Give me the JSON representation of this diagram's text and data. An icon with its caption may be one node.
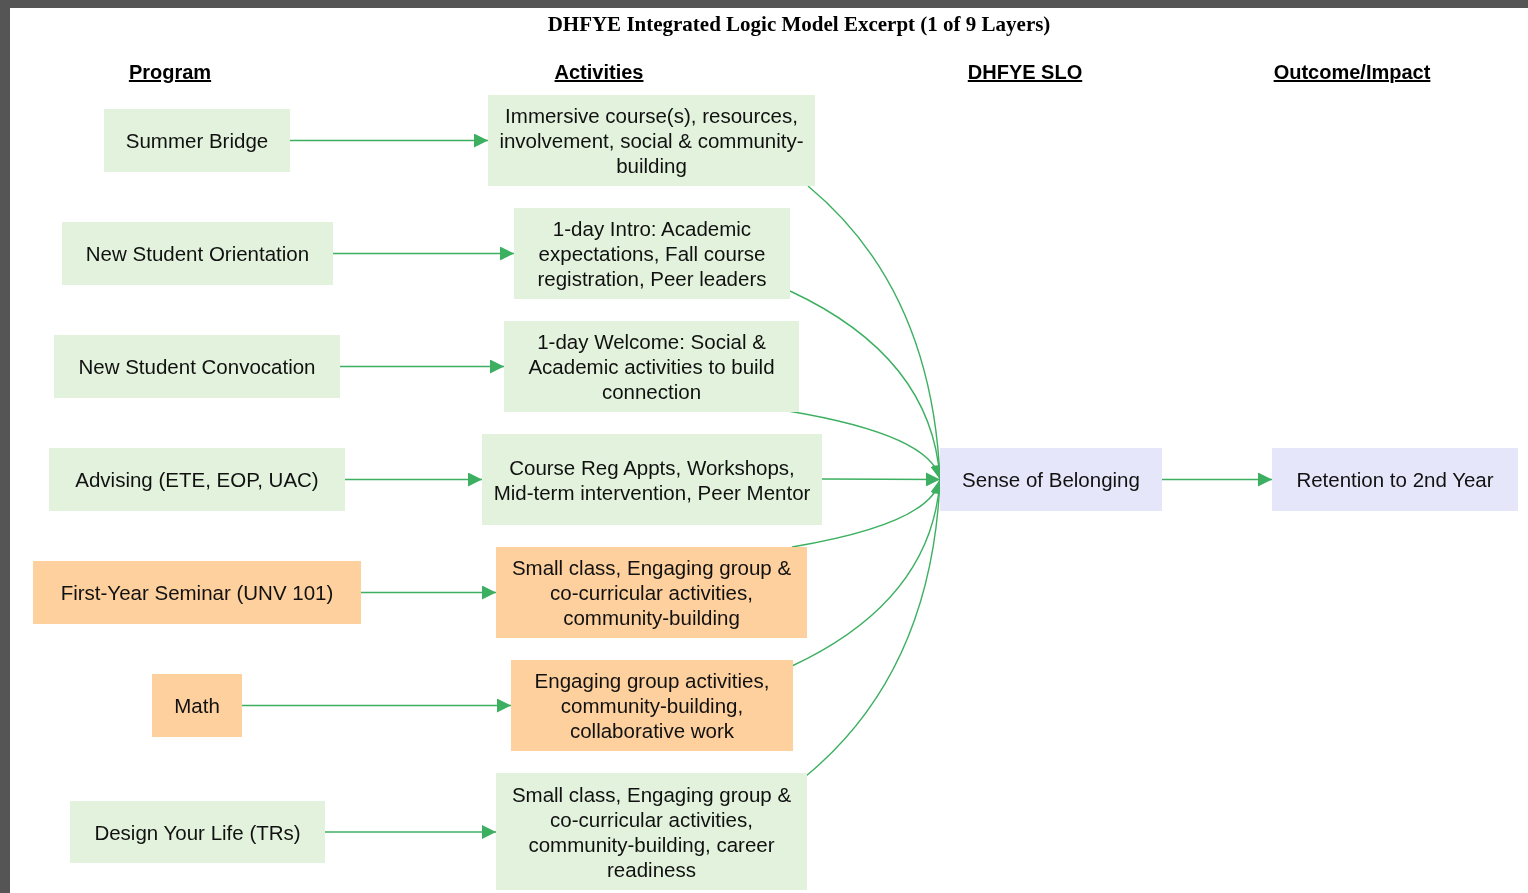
{
  "diagram": {
    "title": "DHFYE Integrated Logic Model Excerpt (1 of 9 Layers)",
    "nodes": [
      {
        "text": [
          "Summer Bridge"
        ]
      },
      {
        "text": [
          "New Student Orientation"
        ]
      },
      {
        "text": [
          "New Student Convocation"
        ]
      },
      {
        "text": [
          "Advising (ETE, EOP, UAC)"
        ]
      },
      {
        "text": [
          "First-Year Seminar (UNV 101)"
        ]
      },
      {
        "text": [
          "Math"
        ]
      },
      {
        "text": [
          "Design Your Life (TRs)"
        ]
      },
      {
        "text": [
          "Immersive course(s), resources, involvement, social & community-building"
        ]
      },
      {
        "text": [
          "1-day Intro: Academic expectations, Fall course registration, Peer leaders"
        ]
      },
      {
        "text": [
          "1-day Welcome: Social & Academic activities to build connection"
        ]
      },
      {
        "text": [
          "Course Reg Appts, Workshops, Mid-term intervention, Peer Mentor"
        ]
      },
      {
        "text": [
          "Small class, Engaging group & co-curricular activities, community-building"
        ]
      },
      {
        "text": [
          "Engaging group activities, community-building, collaborative work"
        ]
      },
      {
        "text": [
          "Small class, Engaging group & co-curricular activities, community-building, career readiness"
        ]
      },
      {
        "text": [
          "Sense of Belonging"
        ]
      },
      {
        "text": [
          "Retention to 2nd Year"
        ]
      }
    ],
    "edges": [
      {
        "from": 0,
        "to": 7,
        "arrow": "to"
      },
      {
        "from": 1,
        "to": 8,
        "arrow": "to"
      },
      {
        "from": 2,
        "to": 9,
        "arrow": "to"
      },
      {
        "from": 3,
        "to": 10,
        "arrow": "to"
      },
      {
        "from": 4,
        "to": 11,
        "arrow": "to"
      },
      {
        "from": 5,
        "to": 12,
        "arrow": "to"
      },
      {
        "from": 6,
        "to": 13,
        "arrow": "to"
      },
      {
        "from": 7,
        "to": 14,
        "arrow": "to"
      },
      {
        "from": 8,
        "to": 14,
        "arrow": "to"
      },
      {
        "from": 9,
        "to": 14,
        "arrow": "to"
      },
      {
        "from": 10,
        "to": 14,
        "arrow": "to"
      },
      {
        "from": 11,
        "to": 14,
        "arrow": "to"
      },
      {
        "from": 12,
        "to": 14,
        "arrow": "to"
      },
      {
        "from": 13,
        "to": 14,
        "arrow": "to"
      },
      {
        "from": 14,
        "to": 15,
        "arrow": "to"
      }
    ],
    "labels": [
      "Program",
      "Activities",
      "DHFYE SLO",
      "Outcome/Impact"
    ]
  }
}
